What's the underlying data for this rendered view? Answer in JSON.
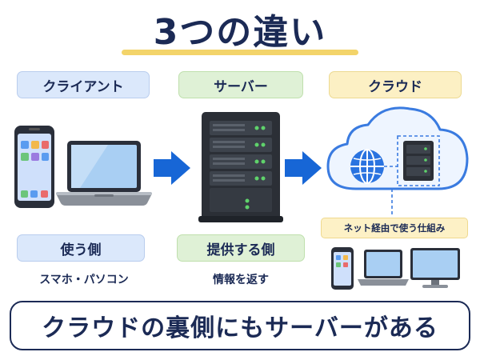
{
  "title": "3つの違い",
  "labels": {
    "client": "クライアント",
    "server": "サーバー",
    "cloud": "クラウド"
  },
  "roles": {
    "client": "使う側",
    "server": "提供する側"
  },
  "captions": {
    "client": "スマホ・パソコン",
    "server": "情報を返す",
    "cloud": "ネット経由で使う仕組み"
  },
  "conclusion": "クラウドの裏側にもサーバーがある",
  "colors": {
    "navy": "#1b2a55",
    "arrow": "#1766d6",
    "client_bg": "#dbe8fb",
    "server_bg": "#dff1d6",
    "cloud_bg": "#fcf0c4",
    "accent_underline": "#f3d46a"
  },
  "icons": [
    "smartphone-icon",
    "laptop-icon",
    "server-rack-icon",
    "cloud-icon",
    "globe-icon",
    "arrow-right-icon",
    "monitor-icon"
  ]
}
